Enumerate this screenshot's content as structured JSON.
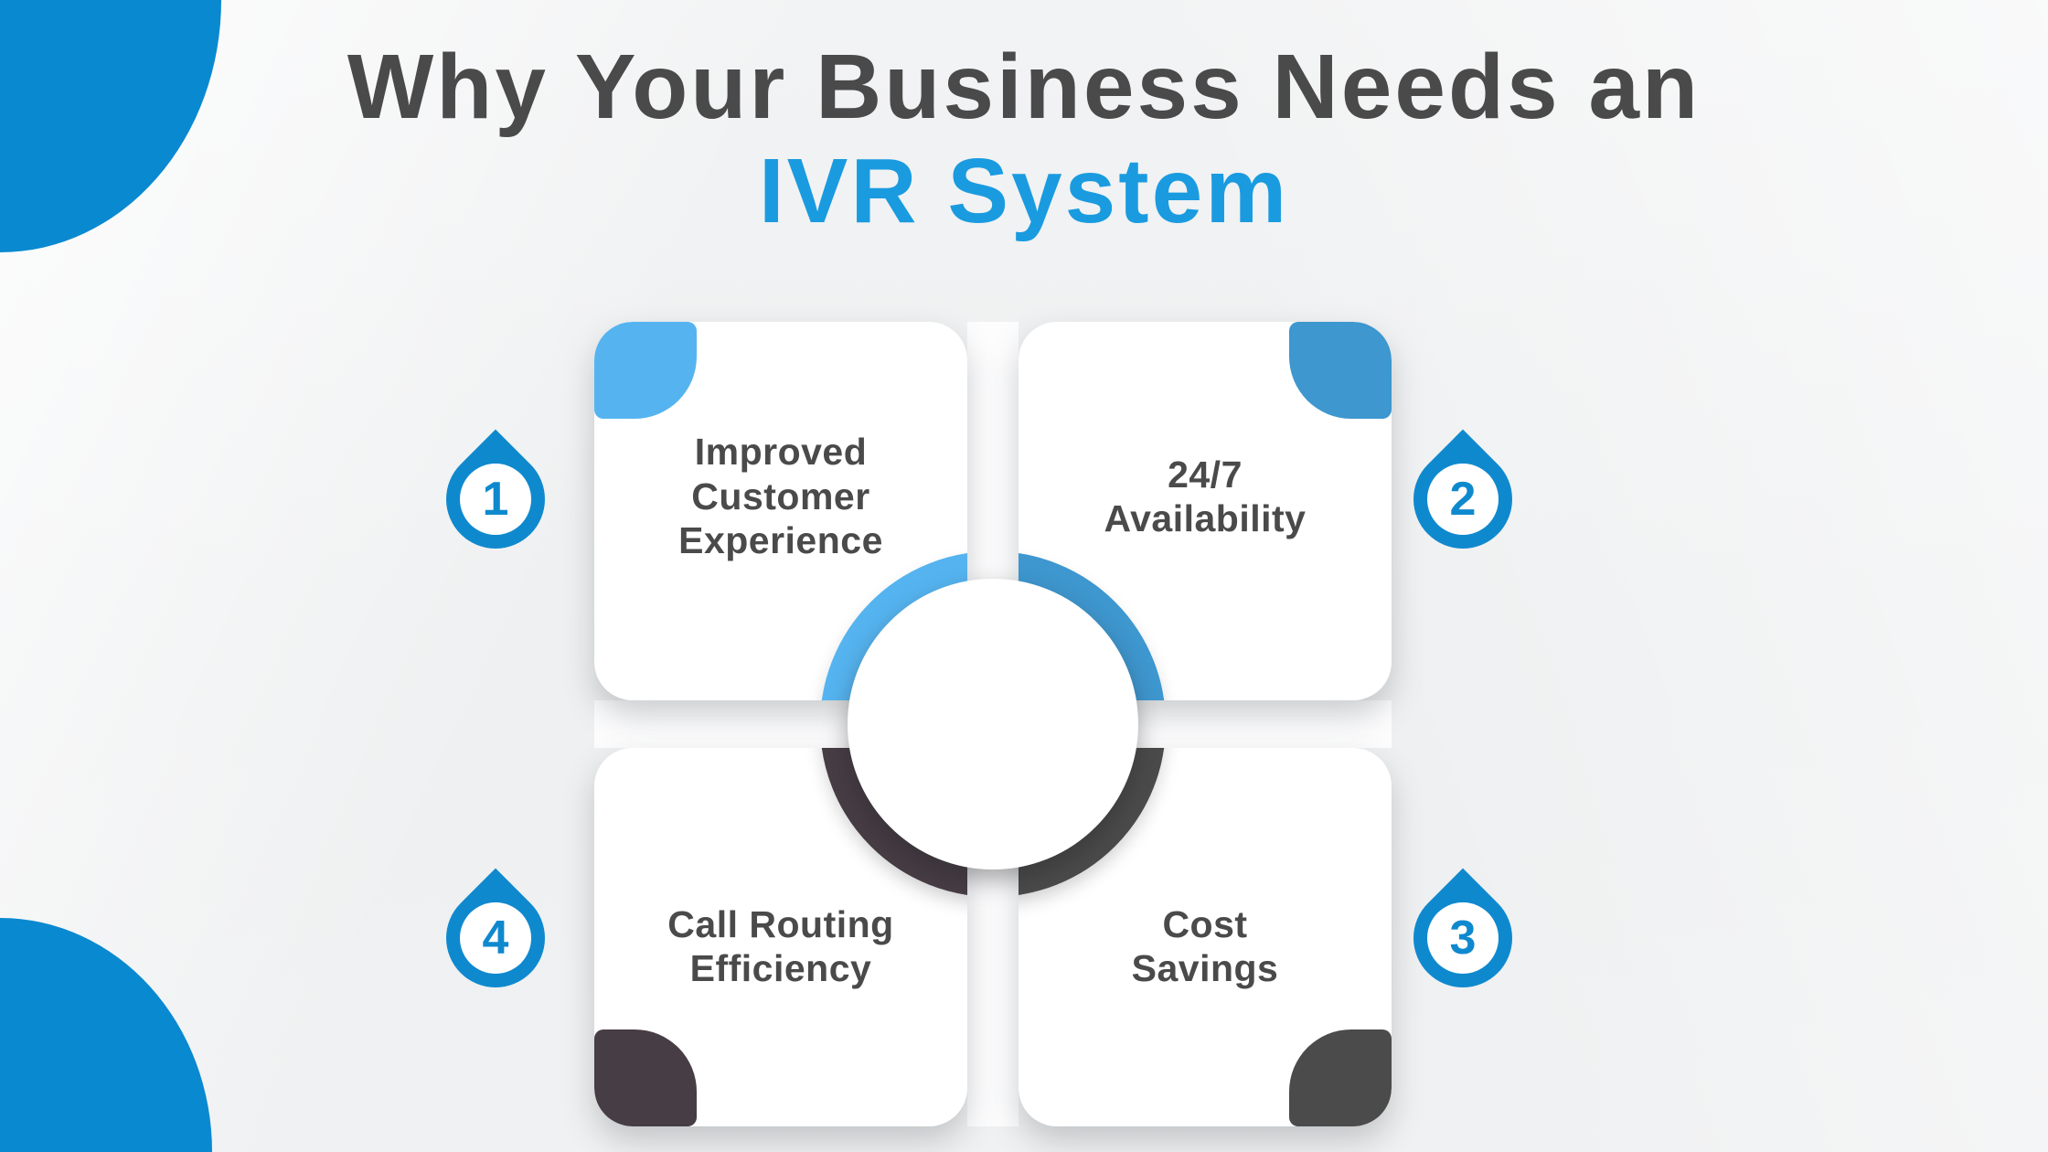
{
  "title": {
    "line1": "Why Your Business Needs an",
    "line2": "IVR System"
  },
  "colors": {
    "title_text": "#4a4a4a",
    "title_accent": "#1a9be0",
    "marker_blue": "#0f89ce",
    "decoration_blue": "#0989d0",
    "card_text": "#4a4a4a",
    "card_background": "#ffffff"
  },
  "cards": [
    {
      "number": "1",
      "position": "top-left",
      "accent_color": "#55b4f0",
      "lines": [
        "Improved",
        "Customer",
        "Experience"
      ]
    },
    {
      "number": "2",
      "position": "top-right",
      "accent_color": "#3e97cf",
      "lines": [
        "24/7",
        "Availability"
      ]
    },
    {
      "number": "3",
      "position": "bottom-right",
      "accent_color": "#4b4b4b",
      "lines": [
        "Cost",
        "Savings"
      ]
    },
    {
      "number": "4",
      "position": "bottom-left",
      "accent_color": "#473d44",
      "lines": [
        "Call Routing",
        "Efficiency"
      ]
    }
  ],
  "center_ring": {
    "quadrant_colors": {
      "top_left": "#55b4f0",
      "top_right": "#3e97cf",
      "bottom_right": "#4b4b4b",
      "bottom_left": "#473d44"
    },
    "inner_color": "#ffffff"
  }
}
